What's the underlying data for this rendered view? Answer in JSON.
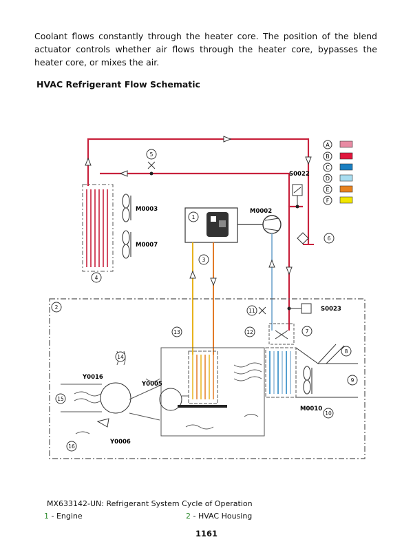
{
  "intro_text": "Coolant flows constantly through the heater core. The position of the blend actuator controls whether air flows through the heater core, bypasses the heater core, or mixes the air.",
  "section_title": "HVAC Refrigerant Flow Schematic",
  "colors": {
    "high_pressure_vapor": "#c8213c",
    "liquid_line": "#c8213c",
    "suction": "#8fb8d8",
    "coolant_out": "#e8b21a",
    "coolant_return": "#e27a26",
    "legend_A": "#e88aa3",
    "legend_B": "#e0163c",
    "legend_C": "#1a7fc1",
    "legend_D": "#a9ddf0",
    "legend_E": "#e8821e",
    "legend_F": "#f2e600"
  },
  "diagram": {
    "legend_keys": [
      "A",
      "B",
      "C",
      "D",
      "E",
      "F"
    ],
    "components": {
      "fan1": "M0003",
      "fan2": "M0007",
      "compressor": "M0002",
      "switch_top": "S0022",
      "switch_mid": "S0023",
      "blower": "M0010",
      "act1": "Y0016",
      "act2": "Y0005",
      "act3": "Y0006"
    },
    "callouts": [
      "1",
      "2",
      "3",
      "4",
      "5",
      "6",
      "7",
      "8",
      "9",
      "10",
      "11",
      "12",
      "13",
      "14",
      "15",
      "16"
    ]
  },
  "caption": "MX633142-UN: Refrigerant System Cycle of Operation",
  "legend_items": [
    {
      "num": "1",
      "label": " - Engine"
    },
    {
      "num": "2",
      "label": " - HVAC Housing"
    }
  ],
  "page_number": "1161"
}
